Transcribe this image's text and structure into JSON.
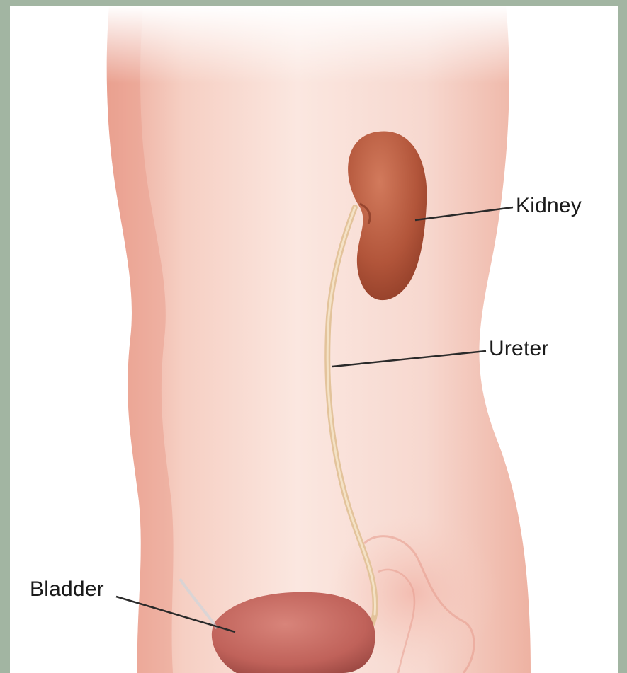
{
  "labels": {
    "kidney": "Kidney",
    "ureter": "Ureter",
    "bladder": "Bladder"
  },
  "colors": {
    "frame": "#a2b5a2",
    "background": "#ffffff",
    "skin": "#f6d2c8",
    "skin_shadow": "#e8a89a",
    "kidney": "#b85a3e",
    "ureter": "#e6c9a3",
    "bladder": "#c4655a",
    "leader_line": "#2a2a2a"
  }
}
